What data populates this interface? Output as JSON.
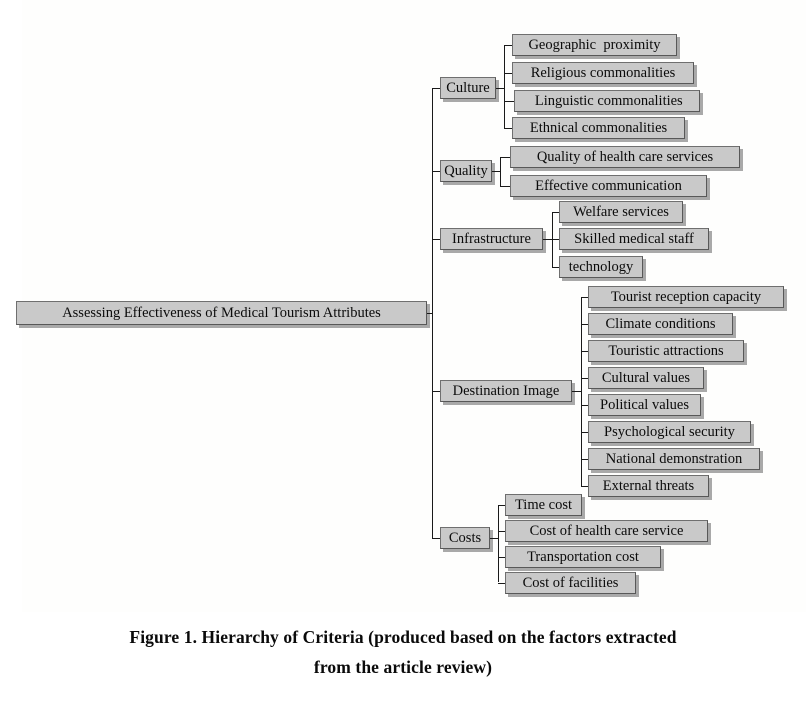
{
  "figure": {
    "caption_line1": "Figure 1. Hierarchy of Criteria (produced based on the factors extracted",
    "caption_line2": "from the article review)",
    "colors": {
      "node_fill": "#c9c9c9",
      "node_border": "#6f6f6f",
      "node_shadow": "#a9a9a9",
      "line": "#1a1a1a",
      "panel_background": "#fefefd",
      "page_background": "#ffffff",
      "text": "#0b0b0b"
    }
  },
  "tree": {
    "root": {
      "label": "Assessing Effectiveness of Medical Tourism Attributes"
    },
    "branches": [
      {
        "label": "Culture",
        "children": [
          {
            "label": "Geographic  proximity"
          },
          {
            "label": "Religious commonalities"
          },
          {
            "label": " Linguistic commonalities"
          },
          {
            "label": "Ethnical commonalities"
          }
        ]
      },
      {
        "label": "Quality",
        "children": [
          {
            "label": "Quality of health care services"
          },
          {
            "label": "Effective communication"
          }
        ]
      },
      {
        "label": "Infrastructure",
        "children": [
          {
            "label": "Welfare services"
          },
          {
            "label": "Skilled medical staff"
          },
          {
            "label": "technology"
          }
        ]
      },
      {
        "label": "Destination Image",
        "children": [
          {
            "label": "Tourist reception capacity"
          },
          {
            "label": "Climate conditions"
          },
          {
            "label": "Touristic attractions"
          },
          {
            "label": "Cultural values"
          },
          {
            "label": "Political values"
          },
          {
            "label": "Psychological security"
          },
          {
            "label": "National demonstration"
          },
          {
            "label": "External threats"
          }
        ]
      },
      {
        "label": "Costs",
        "children": [
          {
            "label": "Time cost"
          },
          {
            "label": "Cost of health care service"
          },
          {
            "label": "Transportation cost"
          },
          {
            "label": "Cost of facilities"
          }
        ]
      }
    ]
  }
}
